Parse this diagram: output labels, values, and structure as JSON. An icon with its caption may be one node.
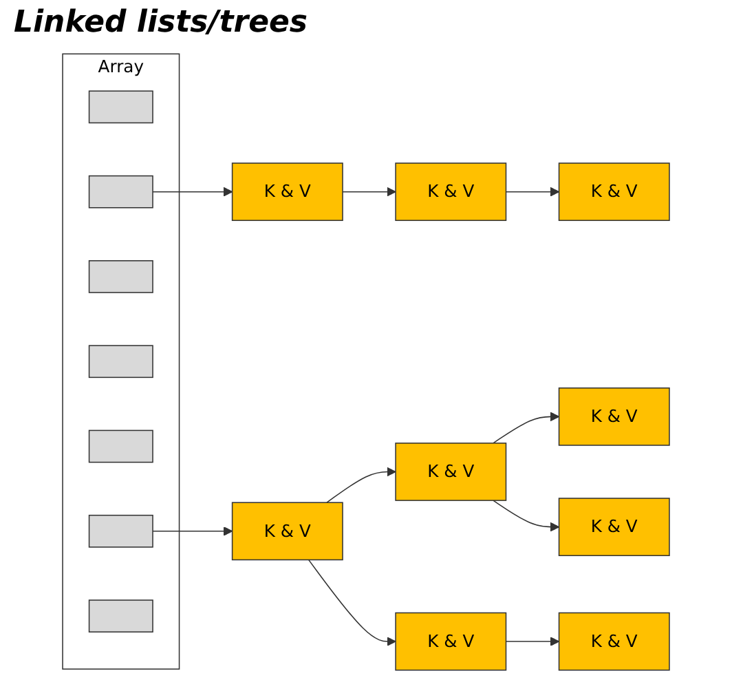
{
  "diagram": {
    "nodes": [
      {
        "text": [
          "Array"
        ]
      },
      {
        "text": [],
        "shape": "box",
        "in": 0
      },
      {
        "text": [],
        "shape": "box",
        "in": 0
      },
      {
        "text": [],
        "shape": "box",
        "in": 0
      },
      {
        "text": [],
        "shape": "box",
        "in": 0
      },
      {
        "text": [],
        "shape": "box",
        "in": 0
      },
      {
        "text": [],
        "shape": "box",
        "in": 0
      },
      {
        "text": [],
        "shape": "box",
        "in": 0
      },
      {
        "text": [
          "K & V"
        ]
      },
      {
        "text": [
          "K & V"
        ]
      },
      {
        "text": [
          "K & V"
        ]
      },
      {
        "text": [
          "K & V"
        ]
      },
      {
        "text": [
          "K & V"
        ]
      },
      {
        "text": [
          "K & V"
        ]
      },
      {
        "text": [
          "K & V"
        ]
      },
      {
        "text": [
          "K & V"
        ]
      },
      {
        "text": [
          "K & V"
        ]
      }
    ],
    "edges": [
      {
        "from": 2,
        "to": 8,
        "arrow": "to"
      },
      {
        "from": 8,
        "to": 9,
        "arrow": "to"
      },
      {
        "from": 9,
        "to": 10,
        "arrow": "to"
      },
      {
        "from": 6,
        "to": 11,
        "arrow": "to"
      },
      {
        "from": 11,
        "to": 12,
        "arrow": "to"
      },
      {
        "from": 11,
        "to": 13,
        "arrow": "to"
      },
      {
        "from": 12,
        "to": 14,
        "arrow": "to"
      },
      {
        "from": 12,
        "to": 15,
        "arrow": "to"
      },
      {
        "from": 13,
        "to": 16,
        "arrow": "to"
      }
    ],
    "labels": [
      "Linked lists/trees"
    ]
  }
}
